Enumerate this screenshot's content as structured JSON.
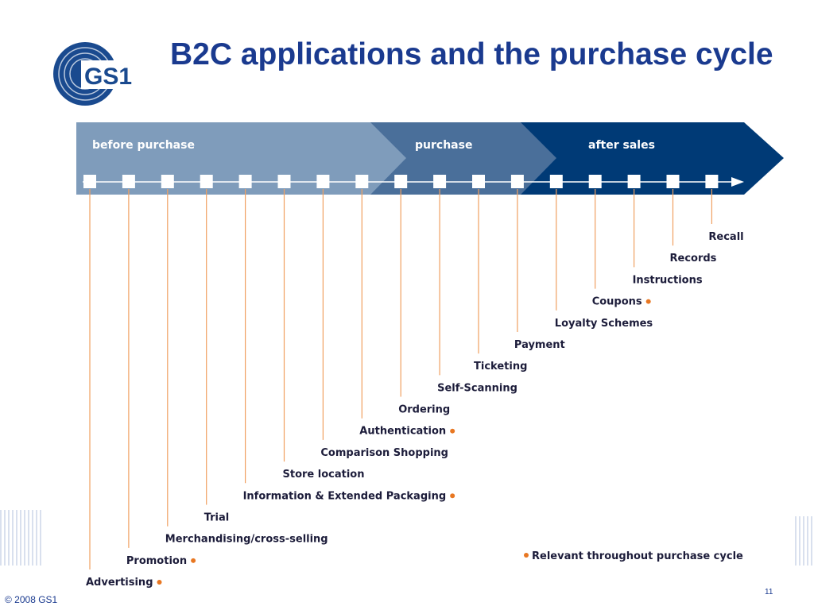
{
  "header": {
    "title": "B2C applications and the purchase cycle",
    "logo_text": "GS1"
  },
  "phases": [
    {
      "label": "before purchase",
      "color": "#7f9cbb"
    },
    {
      "label": "purchase",
      "color": "#4a6f9a"
    },
    {
      "label": "after sales",
      "color": "#003a76"
    }
  ],
  "steps": [
    {
      "label": "Advertising",
      "relevant_throughout": true
    },
    {
      "label": "Promotion",
      "relevant_throughout": true
    },
    {
      "label": "Merchandising/cross-selling",
      "relevant_throughout": false
    },
    {
      "label": "Trial",
      "relevant_throughout": false
    },
    {
      "label": "Information & Extended Packaging",
      "relevant_throughout": true
    },
    {
      "label": "Store location",
      "relevant_throughout": false
    },
    {
      "label": "Comparison Shopping",
      "relevant_throughout": false
    },
    {
      "label": "Authentication",
      "relevant_throughout": true
    },
    {
      "label": "Ordering",
      "relevant_throughout": false
    },
    {
      "label": "Self-Scanning",
      "relevant_throughout": false
    },
    {
      "label": "Ticketing",
      "relevant_throughout": false
    },
    {
      "label": "Payment",
      "relevant_throughout": false
    },
    {
      "label": "Loyalty Schemes",
      "relevant_throughout": false
    },
    {
      "label": "Coupons",
      "relevant_throughout": true
    },
    {
      "label": "Instructions",
      "relevant_throughout": false
    },
    {
      "label": "Records",
      "relevant_throughout": false
    },
    {
      "label": "Recall",
      "relevant_throughout": false
    }
  ],
  "legend": {
    "label": "Relevant throughout purchase cycle"
  },
  "colors": {
    "title": "#1a3a8f",
    "line": "#f0a060",
    "dot": "#e87722",
    "text": "#1c1c3a"
  },
  "footer": {
    "copyright": "© 2008 GS1",
    "page_number": "11"
  }
}
